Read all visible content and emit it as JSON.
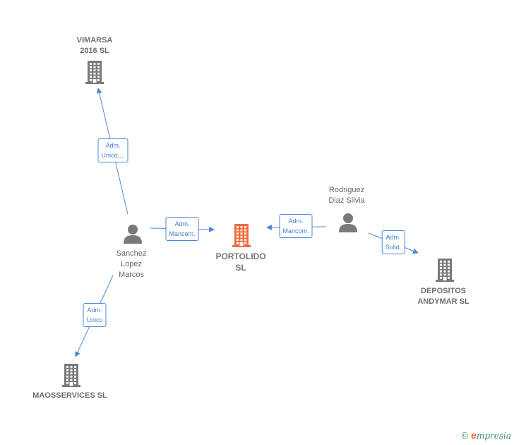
{
  "colors": {
    "edge": "#4a89d8",
    "company": "#7a7a7a",
    "focus_company": "#f26a3d",
    "person": "#7a7a7a"
  },
  "nodes": [
    {
      "id": "vimarsa",
      "type": "company",
      "icon": "building-icon",
      "lines": [
        "VIMARSA",
        "2016  SL"
      ]
    },
    {
      "id": "sanchez",
      "type": "person",
      "icon": "person-icon",
      "lines": [
        "Sanchez",
        "Lopez",
        "Marcos"
      ]
    },
    {
      "id": "portolido",
      "type": "focus",
      "icon": "building-icon",
      "lines": [
        "PORTOLIDO",
        "SL"
      ]
    },
    {
      "id": "rodriguez",
      "type": "person",
      "icon": "person-icon",
      "lines": [
        "Rodriguez",
        "Diaz Silvia"
      ]
    },
    {
      "id": "depositos",
      "type": "company",
      "icon": "building-icon",
      "lines": [
        "DEPOSITOS",
        "ANDYMAR SL"
      ]
    },
    {
      "id": "maosservices",
      "type": "company",
      "icon": "building-icon",
      "lines": [
        "MAOSSERVICES SL"
      ]
    }
  ],
  "edges": [
    {
      "id": "sanchez-vimarsa",
      "from": "sanchez",
      "to": "vimarsa",
      "label": [
        "Adm.",
        "Unico,..."
      ]
    },
    {
      "id": "sanchez-portolido",
      "from": "sanchez",
      "to": "portolido",
      "label": [
        "Adm.",
        "Mancom."
      ]
    },
    {
      "id": "rodriguez-portolido",
      "from": "rodriguez",
      "to": "portolido",
      "label": [
        "Adm.",
        "Mancom."
      ]
    },
    {
      "id": "rodriguez-depositos",
      "from": "rodriguez",
      "to": "depositos",
      "label": [
        "Adm.",
        "Solid."
      ]
    },
    {
      "id": "sanchez-maosservices",
      "from": "sanchez",
      "to": "maosservices",
      "label": [
        "Adm.",
        "Unico"
      ]
    }
  ],
  "footer": {
    "copyright_symbol": "©",
    "brand_initial": "e",
    "brand_rest": "mpresia"
  }
}
